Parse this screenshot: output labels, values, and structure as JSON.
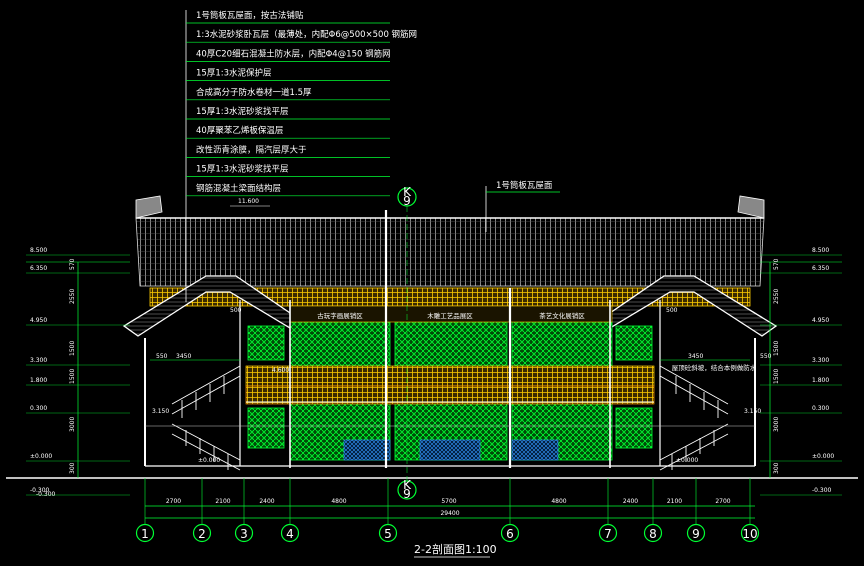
{
  "drawing": {
    "title": "2-2剖面图1:100",
    "top_label_roof": "1号筒板瓦屋面",
    "ridge_elev": "11.600",
    "total_dim": "29400"
  },
  "layer_notes": [
    "1号筒板瓦屋面，按古法铺贴",
    "1:3水泥砂浆卧瓦层（最薄处，内配Φ6@500×500 钢筋网",
    "40厚C20细石混凝土防水层，内配Φ4@150 钢筋网",
    "15厚1:3水泥保护层",
    "合成高分子防水卷材一道1.5厚",
    "15厚1:3水泥砂浆找平层",
    "40厚聚苯乙烯板保温层",
    "改性沥青涂膜，隔汽层厚大于",
    "15厚1:3水泥砂浆找平层",
    "钢筋混凝土梁面结构层"
  ],
  "rooms": [
    "古玩字画展销区",
    "木雕工艺品展区",
    "茶艺文化展销区"
  ],
  "wing_note": "屋顶砼斜坡，结合本例做防水",
  "left_elevations": [
    "8.500",
    "6.350",
    "4.950",
    "3.300",
    "1.800",
    "0.300",
    "±0.000",
    "-0.300"
  ],
  "right_elevations": [
    "8.500",
    "6.350",
    "4.950",
    "3.300",
    "1.800",
    "0.300",
    "±0.000",
    "-0.300"
  ],
  "left_vdims": [
    "570",
    "2550",
    "1500",
    "1500",
    "3000",
    "300"
  ],
  "right_vdims": [
    "570",
    "2550",
    "1500",
    "1500",
    "3000",
    "300"
  ],
  "misc_dims": [
    "550",
    "3450",
    "3450",
    "550",
    "500",
    "500"
  ],
  "floor_elevs": [
    "3.150",
    "4.600",
    "3.150",
    "±0.000",
    "-0.300",
    "±0.000"
  ],
  "bottom_dims": [
    "2700",
    "2100",
    "2400",
    "4800",
    "5700",
    "4800",
    "2400",
    "2100",
    "2700"
  ],
  "axes": [
    "1",
    "2",
    "3",
    "4",
    "5",
    "6",
    "7",
    "8",
    "9",
    "10"
  ],
  "axis_k": "K",
  "axis_k_sub": "9"
}
